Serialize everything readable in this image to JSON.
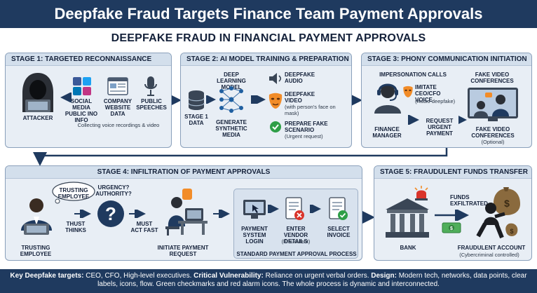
{
  "banner": {
    "title": "Deepfake Fraud Targets Finance Team Payment Approvals"
  },
  "heading": "DEEPFAKE FRAUD IN FINANCIAL PAYMENT APPROVALS",
  "stage1": {
    "title": "STAGE 1: TARGETED RECONNAISSANCE",
    "attacker": "ATTACKER",
    "social": "SOCIAL MEDIA PUBLIC INO INFO",
    "company": "COMPANY WEBSITE DATA",
    "speeches": "PUBLIC SPEECHES",
    "note": "Collecting voice recordings & video"
  },
  "stage2": {
    "title": "STAGE 2: AI MODEL TRAINING & PREPARATION",
    "model": "DEEP LEARNING MODEL",
    "data": "STAGE 1 DATA",
    "synthetic": "GENERATE SYNTHETIC MEDIA",
    "audio": "DEEPFAKE AUDIO",
    "video": "DEEPFAKE VIDEO",
    "video_note": "(with person's face on mask)",
    "scenario": "PREPARE FAKE SCENARIO",
    "scenario_note": "(Urgent request)"
  },
  "stage3": {
    "title": "STAGE 3: PHONY COMMUNICATION INITIATION",
    "calls": "IMPERSONATION CALLS",
    "imitate": "IMITATE CEO/CFO VOICE",
    "imitate_note": "(Audio deepfake)",
    "conf_top": "FAKE VIDEO CONFERENCES",
    "manager": "FINANCE MANAGER",
    "request": "REQUEST URGENT PAYMENT",
    "conf_bottom": "FAKE VIDEO CONFERENCES",
    "conf_note": "(Optional)"
  },
  "stage4": {
    "title": "STAGE 4: INFILTRATION OF PAYMENT APPROVALS",
    "bubble": "TRUSTING EMPLOYEE",
    "question": "URGENCY? AUTHORITY?",
    "thinks": "THUST THINKS",
    "must": "MUST ACT FAST",
    "employee": "TRUSTING EMPLOYEE",
    "initiate": "INITIATE PAYMENT REQUEST",
    "login": "PAYMENT SYSTEM LOGIN",
    "vendor": "ENTER VENDOR DETAILS",
    "vendor_note": "(Fraudulent)",
    "invoice": "SELECT INVOICE",
    "process": "STANDARD PAYMENT APPROVAL PROCESS"
  },
  "stage5": {
    "title": "STAGE 5: FRAUDULENT FUNDS TRANSFER",
    "funds": "FUNDS EXFILTRATED",
    "bank": "BANK",
    "account": "FRAUDULENT ACCOUNT",
    "account_note": "(Cybercriminal controlled)"
  },
  "footer": {
    "k1": "Key Deepfake targets:",
    "v1": " CEO, CFO, High-level executives. ",
    "k2": "Critical Vulnerability:",
    "v2": " Reliance on urgent verbal orders. ",
    "k3": "Design:",
    "v3": " Modern tech, networks, data points, clear labels, icons, flow. Green checkmarks and red alarm icons. The whole process is dynamic and interconnected."
  },
  "colors": {
    "navy": "#1f3a5f",
    "panel": "#e8eef5",
    "accent": "#f28c28",
    "check": "#2e9e47",
    "alarm": "#d9342b"
  }
}
